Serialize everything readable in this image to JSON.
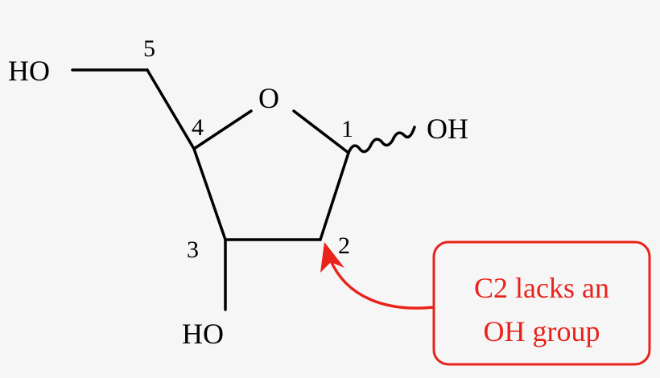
{
  "molecule": {
    "atoms": {
      "ho_c5": "HO",
      "ring_oxygen": "O",
      "oh_c1": "OH",
      "ho_c3": "HO"
    },
    "carbon_numbers": [
      "1",
      "2",
      "3",
      "4",
      "5"
    ],
    "c1_bond_style": "wavy"
  },
  "annotation": {
    "line1": "C2 lacks an",
    "line2": "OH group",
    "color": "#e8231b",
    "points_to": "2"
  },
  "colors": {
    "bond": "#000000",
    "background": "#f6f6f6"
  }
}
